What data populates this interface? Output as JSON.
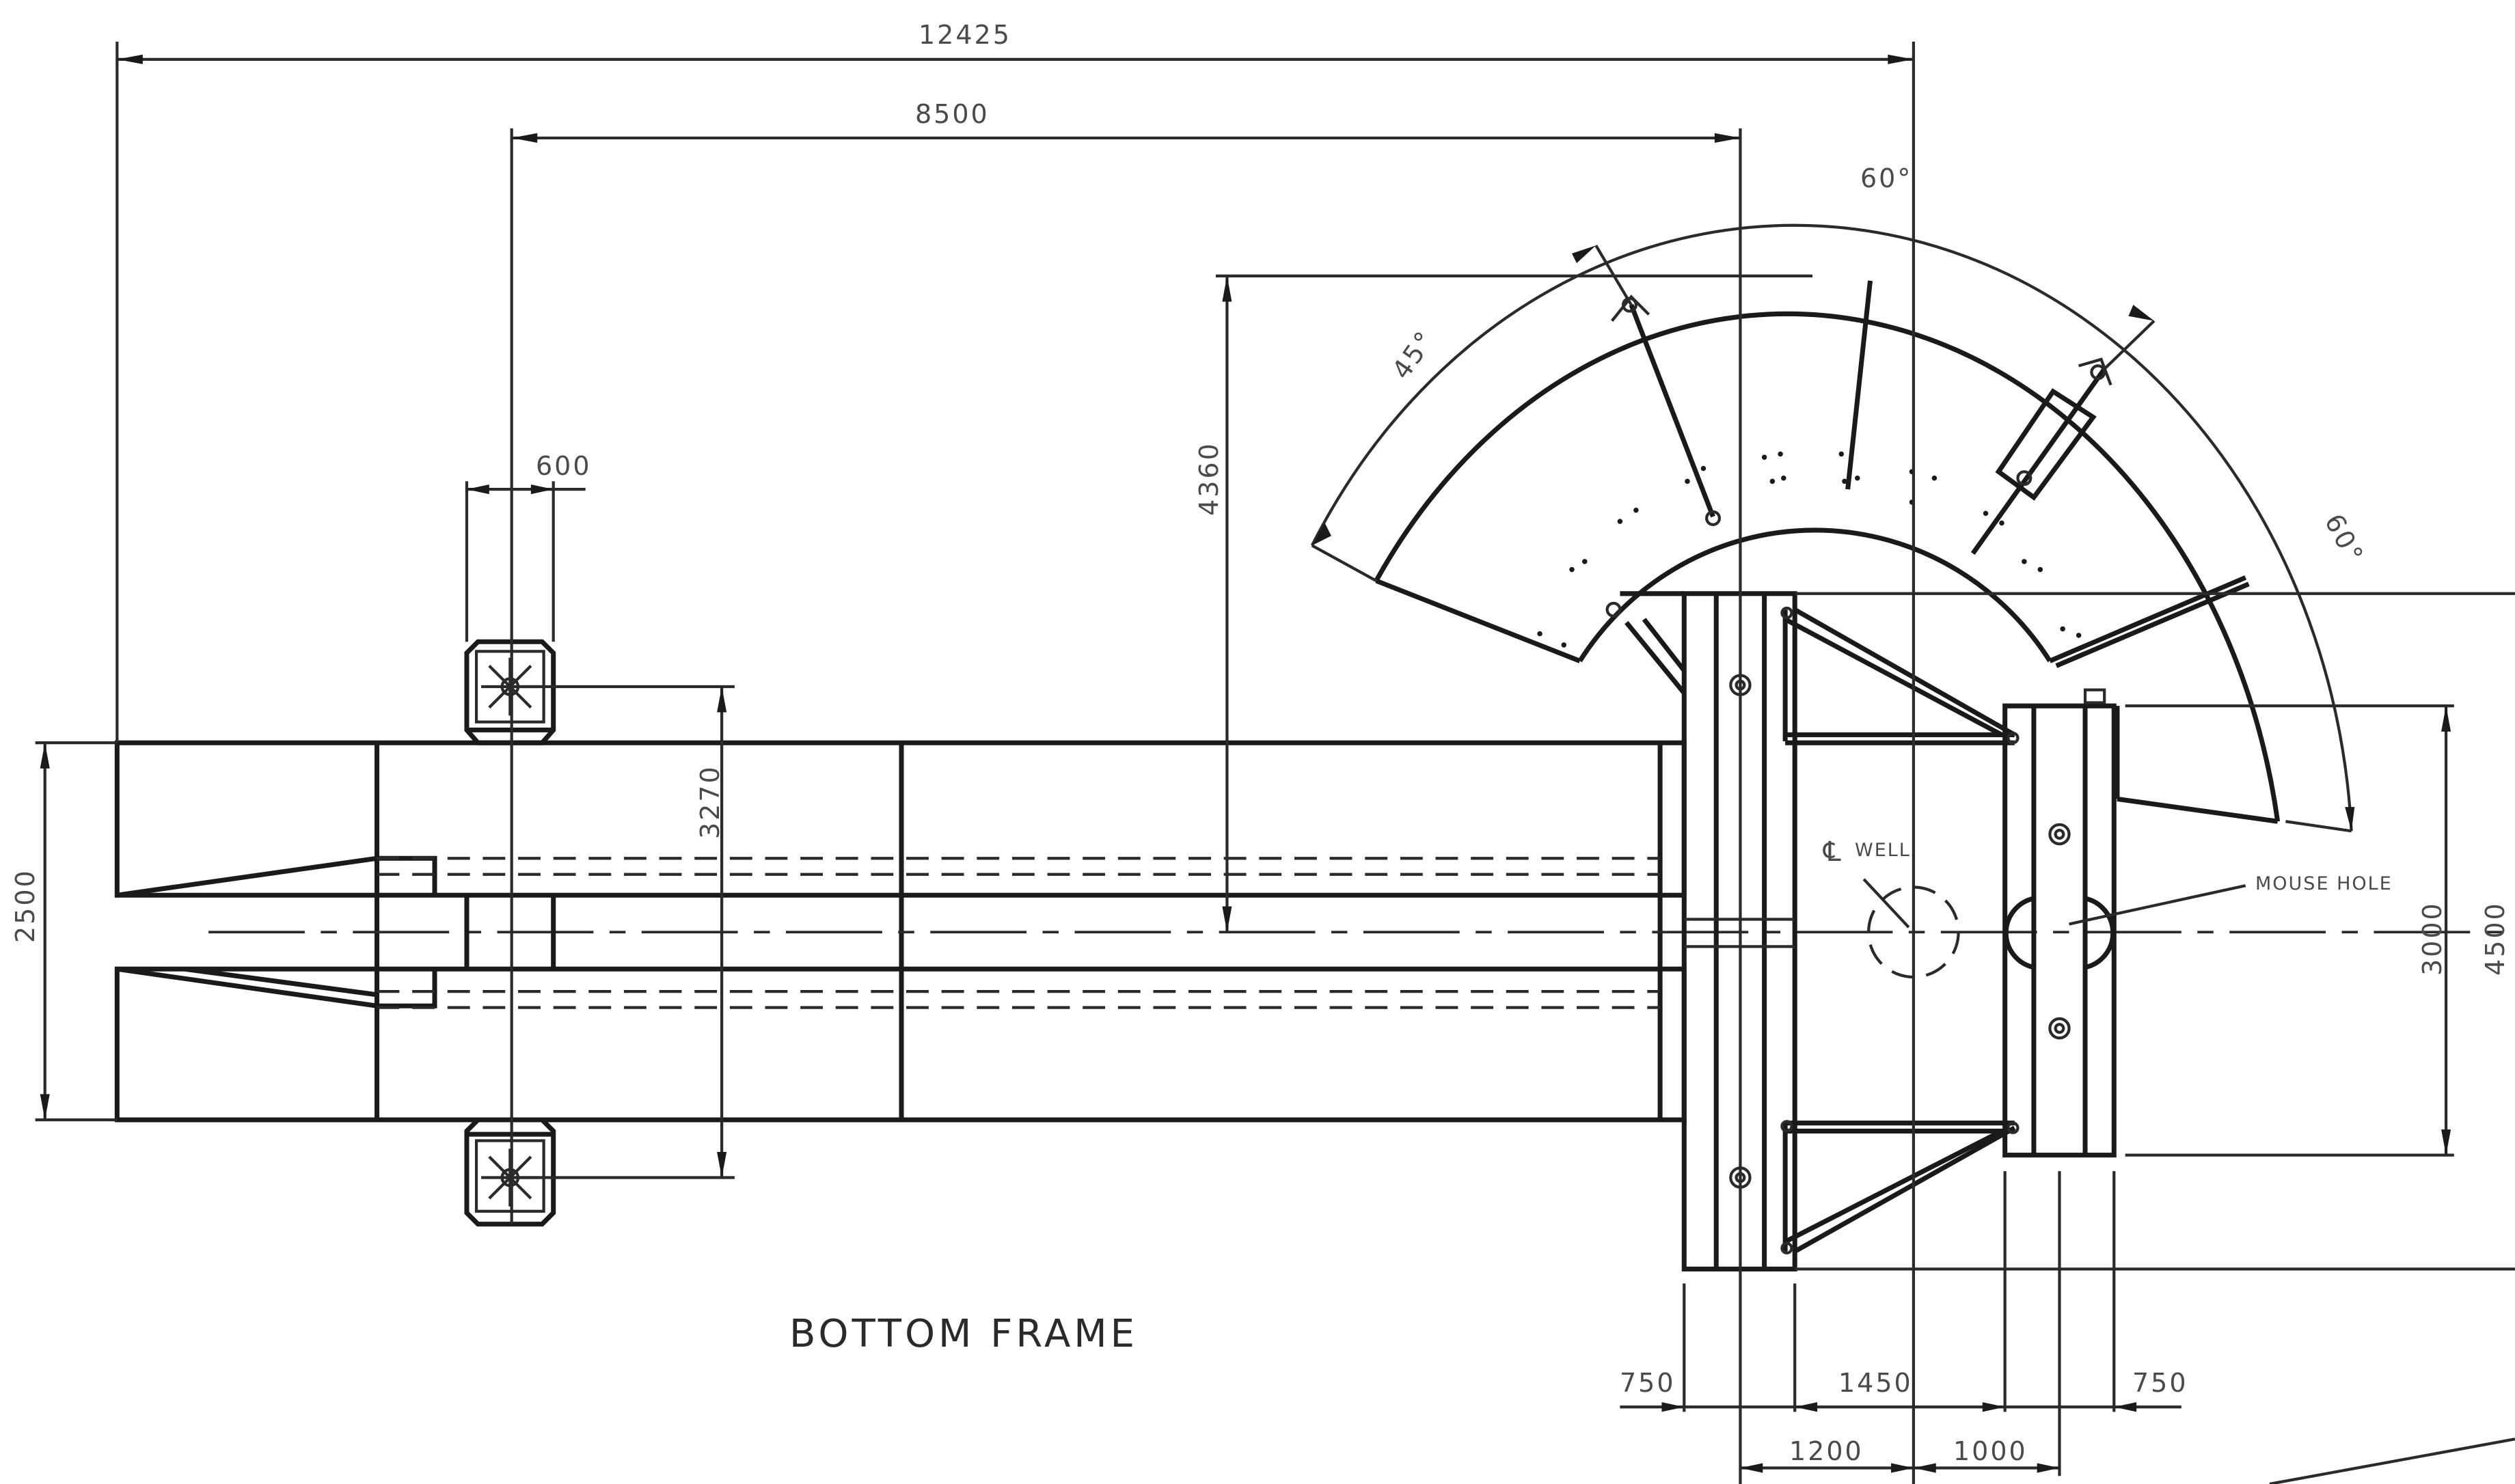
{
  "drawing": {
    "title": "BOTTOM FRAME",
    "notes": {
      "well": "WELL",
      "mouse_hole": "MOUSE HOLE"
    },
    "dimensions": {
      "overall_length": "12425",
      "frame_length": "8500",
      "pad_width": "600",
      "pad_spacing": "3270",
      "arc_height": "4360",
      "frame_width": "2500",
      "rear_height": "3000",
      "overall_height": "4500",
      "arc_angle_left": "45°",
      "arc_angle_top": "60°",
      "arc_angle_right": "60°",
      "bottom_750_left": "750",
      "bottom_1450": "1450",
      "bottom_750_right": "750",
      "bottom_1200": "1200",
      "bottom_1000": "1000"
    }
  }
}
